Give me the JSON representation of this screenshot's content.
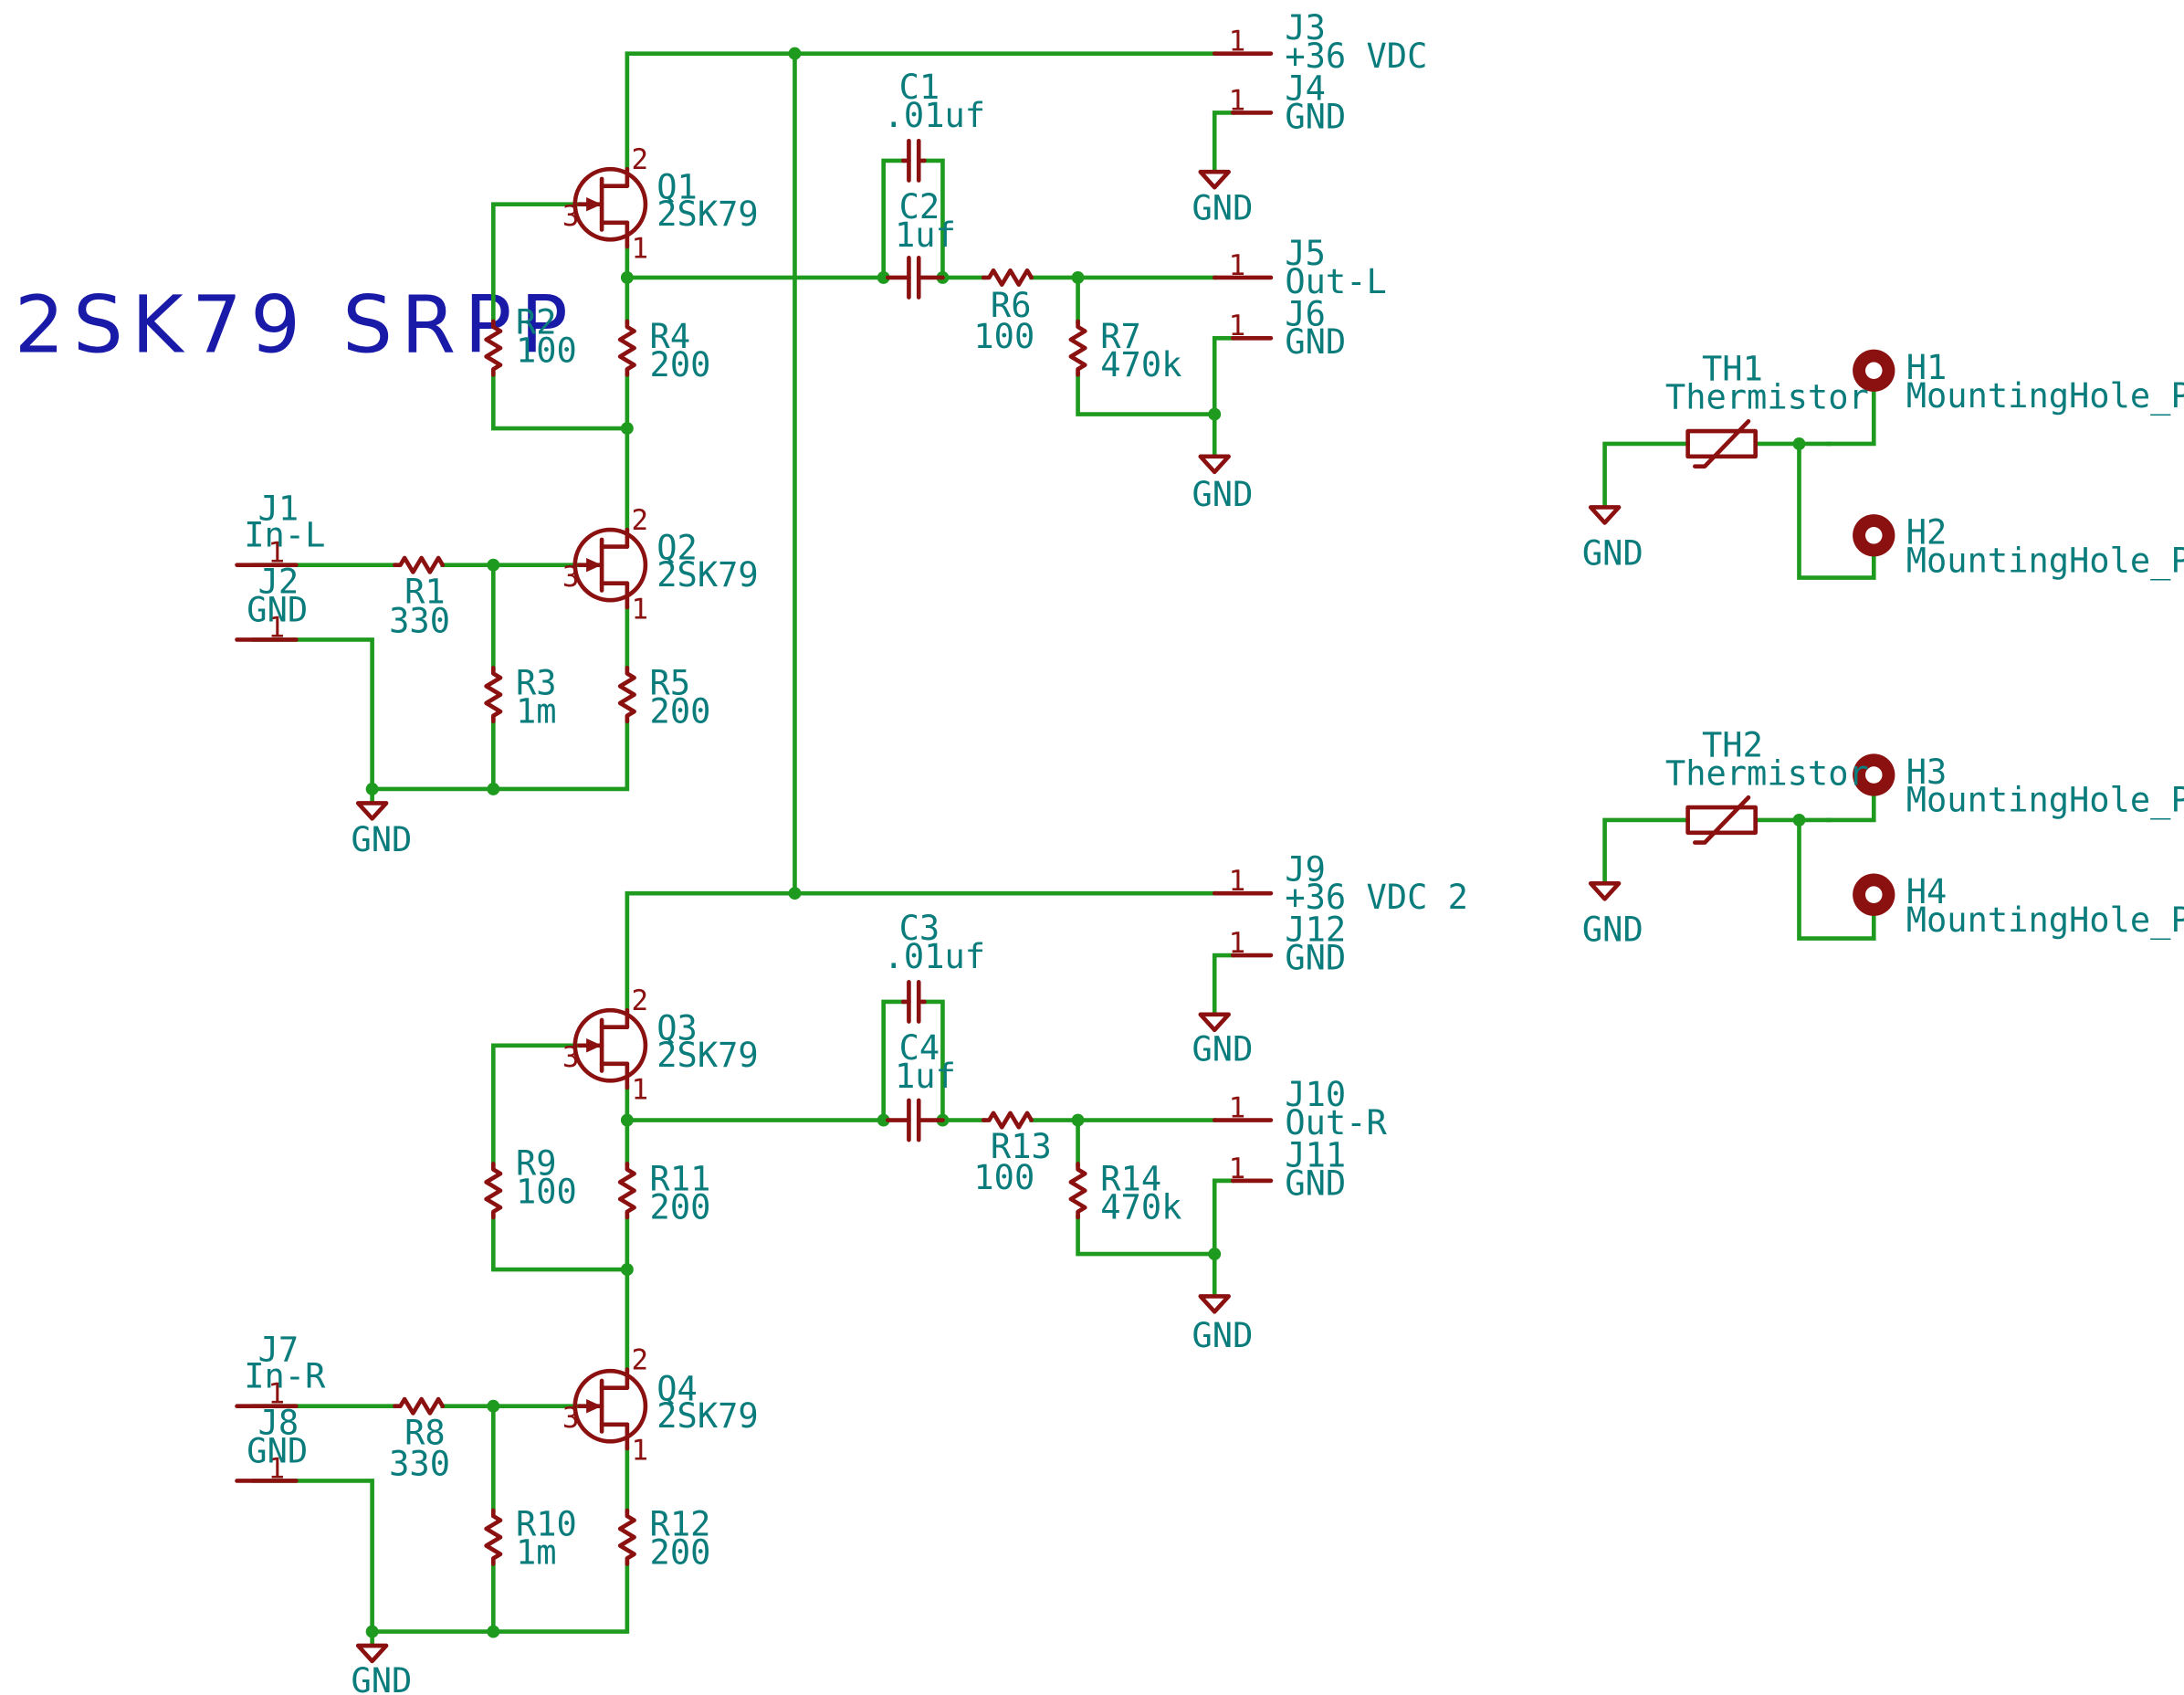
{
  "title": "2SK79 SRPP",
  "components": {
    "J1": {
      "ref": "J1",
      "value": "In-L",
      "pin": "1"
    },
    "J2": {
      "ref": "J2",
      "value": "GND",
      "pin": "1"
    },
    "J3": {
      "ref": "J3",
      "value": "+36 VDC",
      "pin": "1"
    },
    "J4": {
      "ref": "J4",
      "value": "GND",
      "pin": "1"
    },
    "J5": {
      "ref": "J5",
      "value": "Out-L",
      "pin": "1"
    },
    "J6": {
      "ref": "J6",
      "value": "GND",
      "pin": "1"
    },
    "J7": {
      "ref": "J7",
      "value": "In-R",
      "pin": "1"
    },
    "J8": {
      "ref": "J8",
      "value": "GND",
      "pin": "1"
    },
    "J9": {
      "ref": "J9",
      "value": "+36 VDC 2",
      "pin": "1"
    },
    "J10": {
      "ref": "J10",
      "value": "Out-R",
      "pin": "1"
    },
    "J11": {
      "ref": "J11",
      "value": "GND",
      "pin": "1"
    },
    "J12": {
      "ref": "J12",
      "value": "GND",
      "pin": "1"
    },
    "Q1": {
      "ref": "Q1",
      "value": "2SK79",
      "pin_d": "2",
      "pin_g": "3",
      "pin_s": "1"
    },
    "Q2": {
      "ref": "Q2",
      "value": "2SK79",
      "pin_d": "2",
      "pin_g": "3",
      "pin_s": "1"
    },
    "Q3": {
      "ref": "Q3",
      "value": "2SK79",
      "pin_d": "2",
      "pin_g": "3",
      "pin_s": "1"
    },
    "Q4": {
      "ref": "Q4",
      "value": "2SK79",
      "pin_d": "2",
      "pin_g": "3",
      "pin_s": "1"
    },
    "R1": {
      "ref": "R1",
      "value": "330"
    },
    "R2": {
      "ref": "R2",
      "value": "100"
    },
    "R3": {
      "ref": "R3",
      "value": "1m"
    },
    "R4": {
      "ref": "R4",
      "value": "200"
    },
    "R5": {
      "ref": "R5",
      "value": "200"
    },
    "R6": {
      "ref": "R6",
      "value": "100"
    },
    "R7": {
      "ref": "R7",
      "value": "470k"
    },
    "R8": {
      "ref": "R8",
      "value": "330"
    },
    "R9": {
      "ref": "R9",
      "value": "100"
    },
    "R10": {
      "ref": "R10",
      "value": "1m"
    },
    "R11": {
      "ref": "R11",
      "value": "200"
    },
    "R12": {
      "ref": "R12",
      "value": "200"
    },
    "R13": {
      "ref": "R13",
      "value": "100"
    },
    "R14": {
      "ref": "R14",
      "value": "470k"
    },
    "C1": {
      "ref": "C1",
      "value": ".01uf"
    },
    "C2": {
      "ref": "C2",
      "value": "1uf"
    },
    "C3": {
      "ref": "C3",
      "value": ".01uf"
    },
    "C4": {
      "ref": "C4",
      "value": "1uf"
    },
    "TH1": {
      "ref": "TH1",
      "value": "Thermistor"
    },
    "TH2": {
      "ref": "TH2",
      "value": "Thermistor"
    },
    "H1": {
      "ref": "H1",
      "value": "MountingHole_Pad"
    },
    "H2": {
      "ref": "H2",
      "value": "MountingHole_Pad"
    },
    "H3": {
      "ref": "H3",
      "value": "MountingHole_Pad"
    },
    "H4": {
      "ref": "H4",
      "value": "MountingHole_Pad"
    }
  },
  "gnd_label": "GND",
  "colors": {
    "wire": "#1e9a1e",
    "symbol": "#8b1010",
    "label": "#0b7c7c",
    "title": "#1a1aa8"
  }
}
